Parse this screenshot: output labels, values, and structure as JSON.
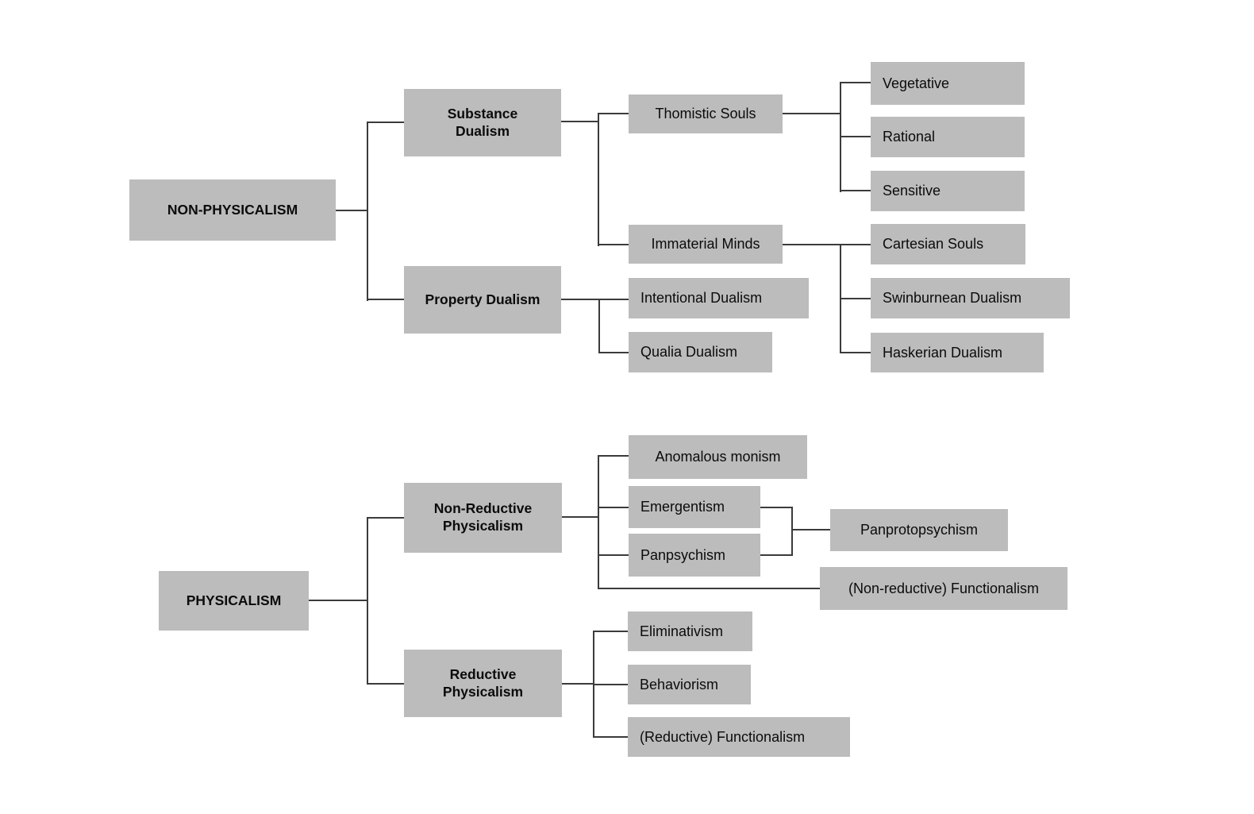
{
  "diagram": {
    "type": "tree-flowchart",
    "background": "#ffffff",
    "box_fill": "#bcbcbc",
    "line_color": "#3b3b3b",
    "text_color": "#0b0b0b",
    "trees": [
      {
        "root": "NON-PHYSICALISM",
        "edges": [
          [
            "NON-PHYSICALISM",
            "Substance Dualism"
          ],
          [
            "NON-PHYSICALISM",
            "Property Dualism"
          ],
          [
            "Substance Dualism",
            "Thomistic Souls"
          ],
          [
            "Substance Dualism",
            "Immaterial Minds"
          ],
          [
            "Thomistic Souls",
            "Vegetative"
          ],
          [
            "Thomistic Souls",
            "Rational"
          ],
          [
            "Thomistic Souls",
            "Sensitive"
          ],
          [
            "Immaterial Minds",
            "Cartesian Souls"
          ],
          [
            "Immaterial Minds",
            "Swinburnean Dualism"
          ],
          [
            "Immaterial Minds",
            "Haskerian Dualism"
          ],
          [
            "Property Dualism",
            "Intentional Dualism"
          ],
          [
            "Property Dualism",
            "Qualia Dualism"
          ]
        ]
      },
      {
        "root": "PHYSICALISM",
        "edges": [
          [
            "PHYSICALISM",
            "Non-Reductive Physicalism"
          ],
          [
            "PHYSICALISM",
            "Reductive Physicalism"
          ],
          [
            "Non-Reductive Physicalism",
            "Anomalous monism"
          ],
          [
            "Non-Reductive Physicalism",
            "Emergentism"
          ],
          [
            "Non-Reductive Physicalism",
            "Panpsychism"
          ],
          [
            "Non-Reductive Physicalism",
            "(Non-reductive) Functionalism"
          ],
          [
            "Emergentism",
            "Panprotopsychism"
          ],
          [
            "Panpsychism",
            "Panprotopsychism"
          ],
          [
            "Reductive Physicalism",
            "Eliminativism"
          ],
          [
            "Reductive Physicalism",
            "Behaviorism"
          ],
          [
            "Reductive Physicalism",
            "(Reductive) Functionalism"
          ]
        ]
      }
    ]
  },
  "nodes": {
    "non_physicalism": {
      "label": "NON-PHYSICALISM"
    },
    "substance_dualism": {
      "label": "Substance Dualism"
    },
    "property_dualism": {
      "label": "Property Dualism"
    },
    "thomistic_souls": {
      "label": "Thomistic Souls"
    },
    "immaterial_minds": {
      "label": "Immaterial Minds"
    },
    "vegetative": {
      "label": "Vegetative"
    },
    "rational": {
      "label": "Rational"
    },
    "sensitive": {
      "label": "Sensitive"
    },
    "cartesian_souls": {
      "label": "Cartesian Souls"
    },
    "swinburnean_dualism": {
      "label": "Swinburnean Dualism"
    },
    "haskerian_dualism": {
      "label": "Haskerian Dualism"
    },
    "intentional_dualism": {
      "label": "Intentional Dualism"
    },
    "qualia_dualism": {
      "label": "Qualia Dualism"
    },
    "physicalism": {
      "label": "PHYSICALISM"
    },
    "non_reductive_physicalism": {
      "label": "Non-Reductive Physicalism"
    },
    "reductive_physicalism": {
      "label": "Reductive Physicalism"
    },
    "anomalous_monism": {
      "label": "Anomalous monism"
    },
    "emergentism": {
      "label": "Emergentism"
    },
    "panpsychism": {
      "label": "Panpsychism"
    },
    "panprotopsychism": {
      "label": "Panprotopsychism"
    },
    "non_reductive_functionalism": {
      "label": "(Non-reductive) Functionalism"
    },
    "eliminativism": {
      "label": "Eliminativism"
    },
    "behaviorism": {
      "label": "Behaviorism"
    },
    "reductive_functionalism": {
      "label": "(Reductive) Functionalism"
    }
  }
}
